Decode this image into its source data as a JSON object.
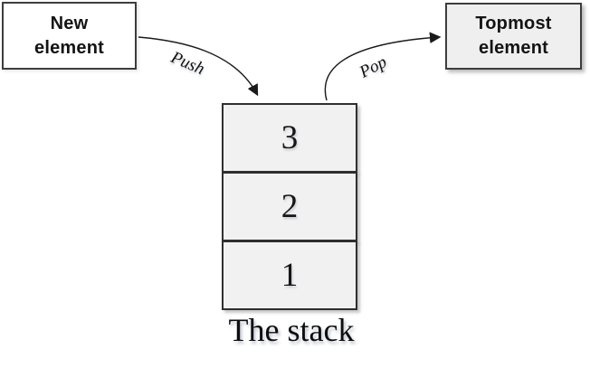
{
  "boxes": {
    "new_element": {
      "line1": "New",
      "line2": "element"
    },
    "topmost_element": {
      "line1": "Topmost",
      "line2": "element"
    }
  },
  "arrows": {
    "push_label": "Push",
    "pop_label": "Pop"
  },
  "stack": {
    "cells": [
      "3",
      "2",
      "1"
    ],
    "caption": "The stack"
  },
  "colors": {
    "box_border": "#3d3d3d",
    "cell_border": "#2f2f2f",
    "cell_bg": "#f1f1f1",
    "topmost_bg": "#efefef",
    "new_bg": "#ffffff",
    "arrow": "#1a1a1a",
    "text": "#141414"
  }
}
